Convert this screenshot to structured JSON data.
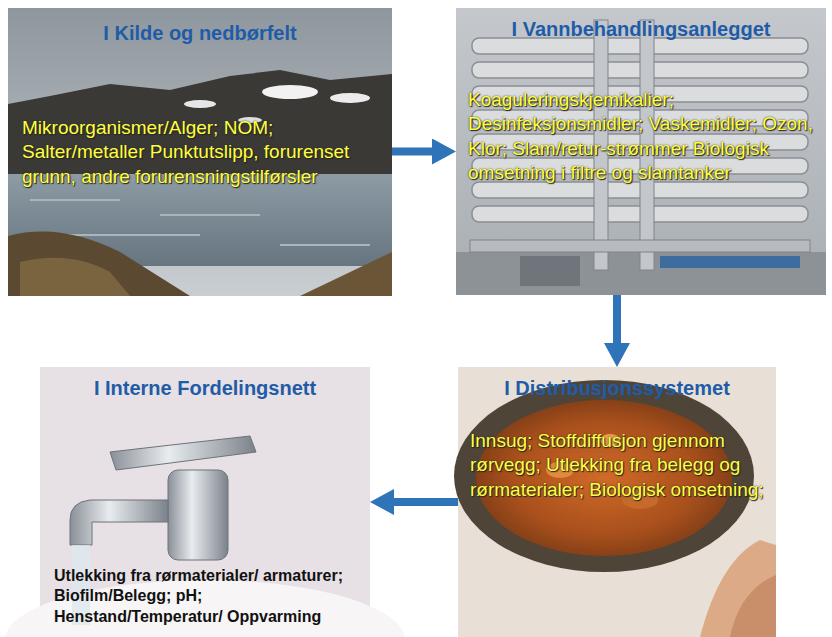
{
  "diagram": {
    "nodes": [
      {
        "text": [
          "I Kilde og nedbørfelt",
          "Mikroorganismer/Alger; NOM; Salter/metaller Punktutslipp, forurenset grunn, andre forurensningstilførsler"
        ]
      },
      {
        "text": [
          "I Vannbehandlingsanlegget",
          "Koaguleringskjemikalier; Desinfeksjonsmidler; Vaskemidler; Ozon, Klor; Slam/retur-strømmer Biologisk omsetning i filtre og slamtanker"
        ]
      },
      {
        "text": [
          "I Distribusjonssystemet",
          "Innsug; Stoffdiffusjon gjennom rørvegg; Utlekking fra belegg og rørmaterialer; Biologisk omsetning;"
        ]
      },
      {
        "text": [
          "I Interne Fordelingsnett",
          "Utlekking fra rørmaterialer/ armaturer; Biofilm/Belegg; pH; Henstand/Temperatur/ Oppvarming"
        ]
      }
    ],
    "edges": [
      {
        "from": 0,
        "to": 1,
        "arrow": "to"
      },
      {
        "from": 1,
        "to": 2,
        "arrow": "to"
      },
      {
        "from": 2,
        "to": 3,
        "arrow": "to"
      }
    ]
  }
}
